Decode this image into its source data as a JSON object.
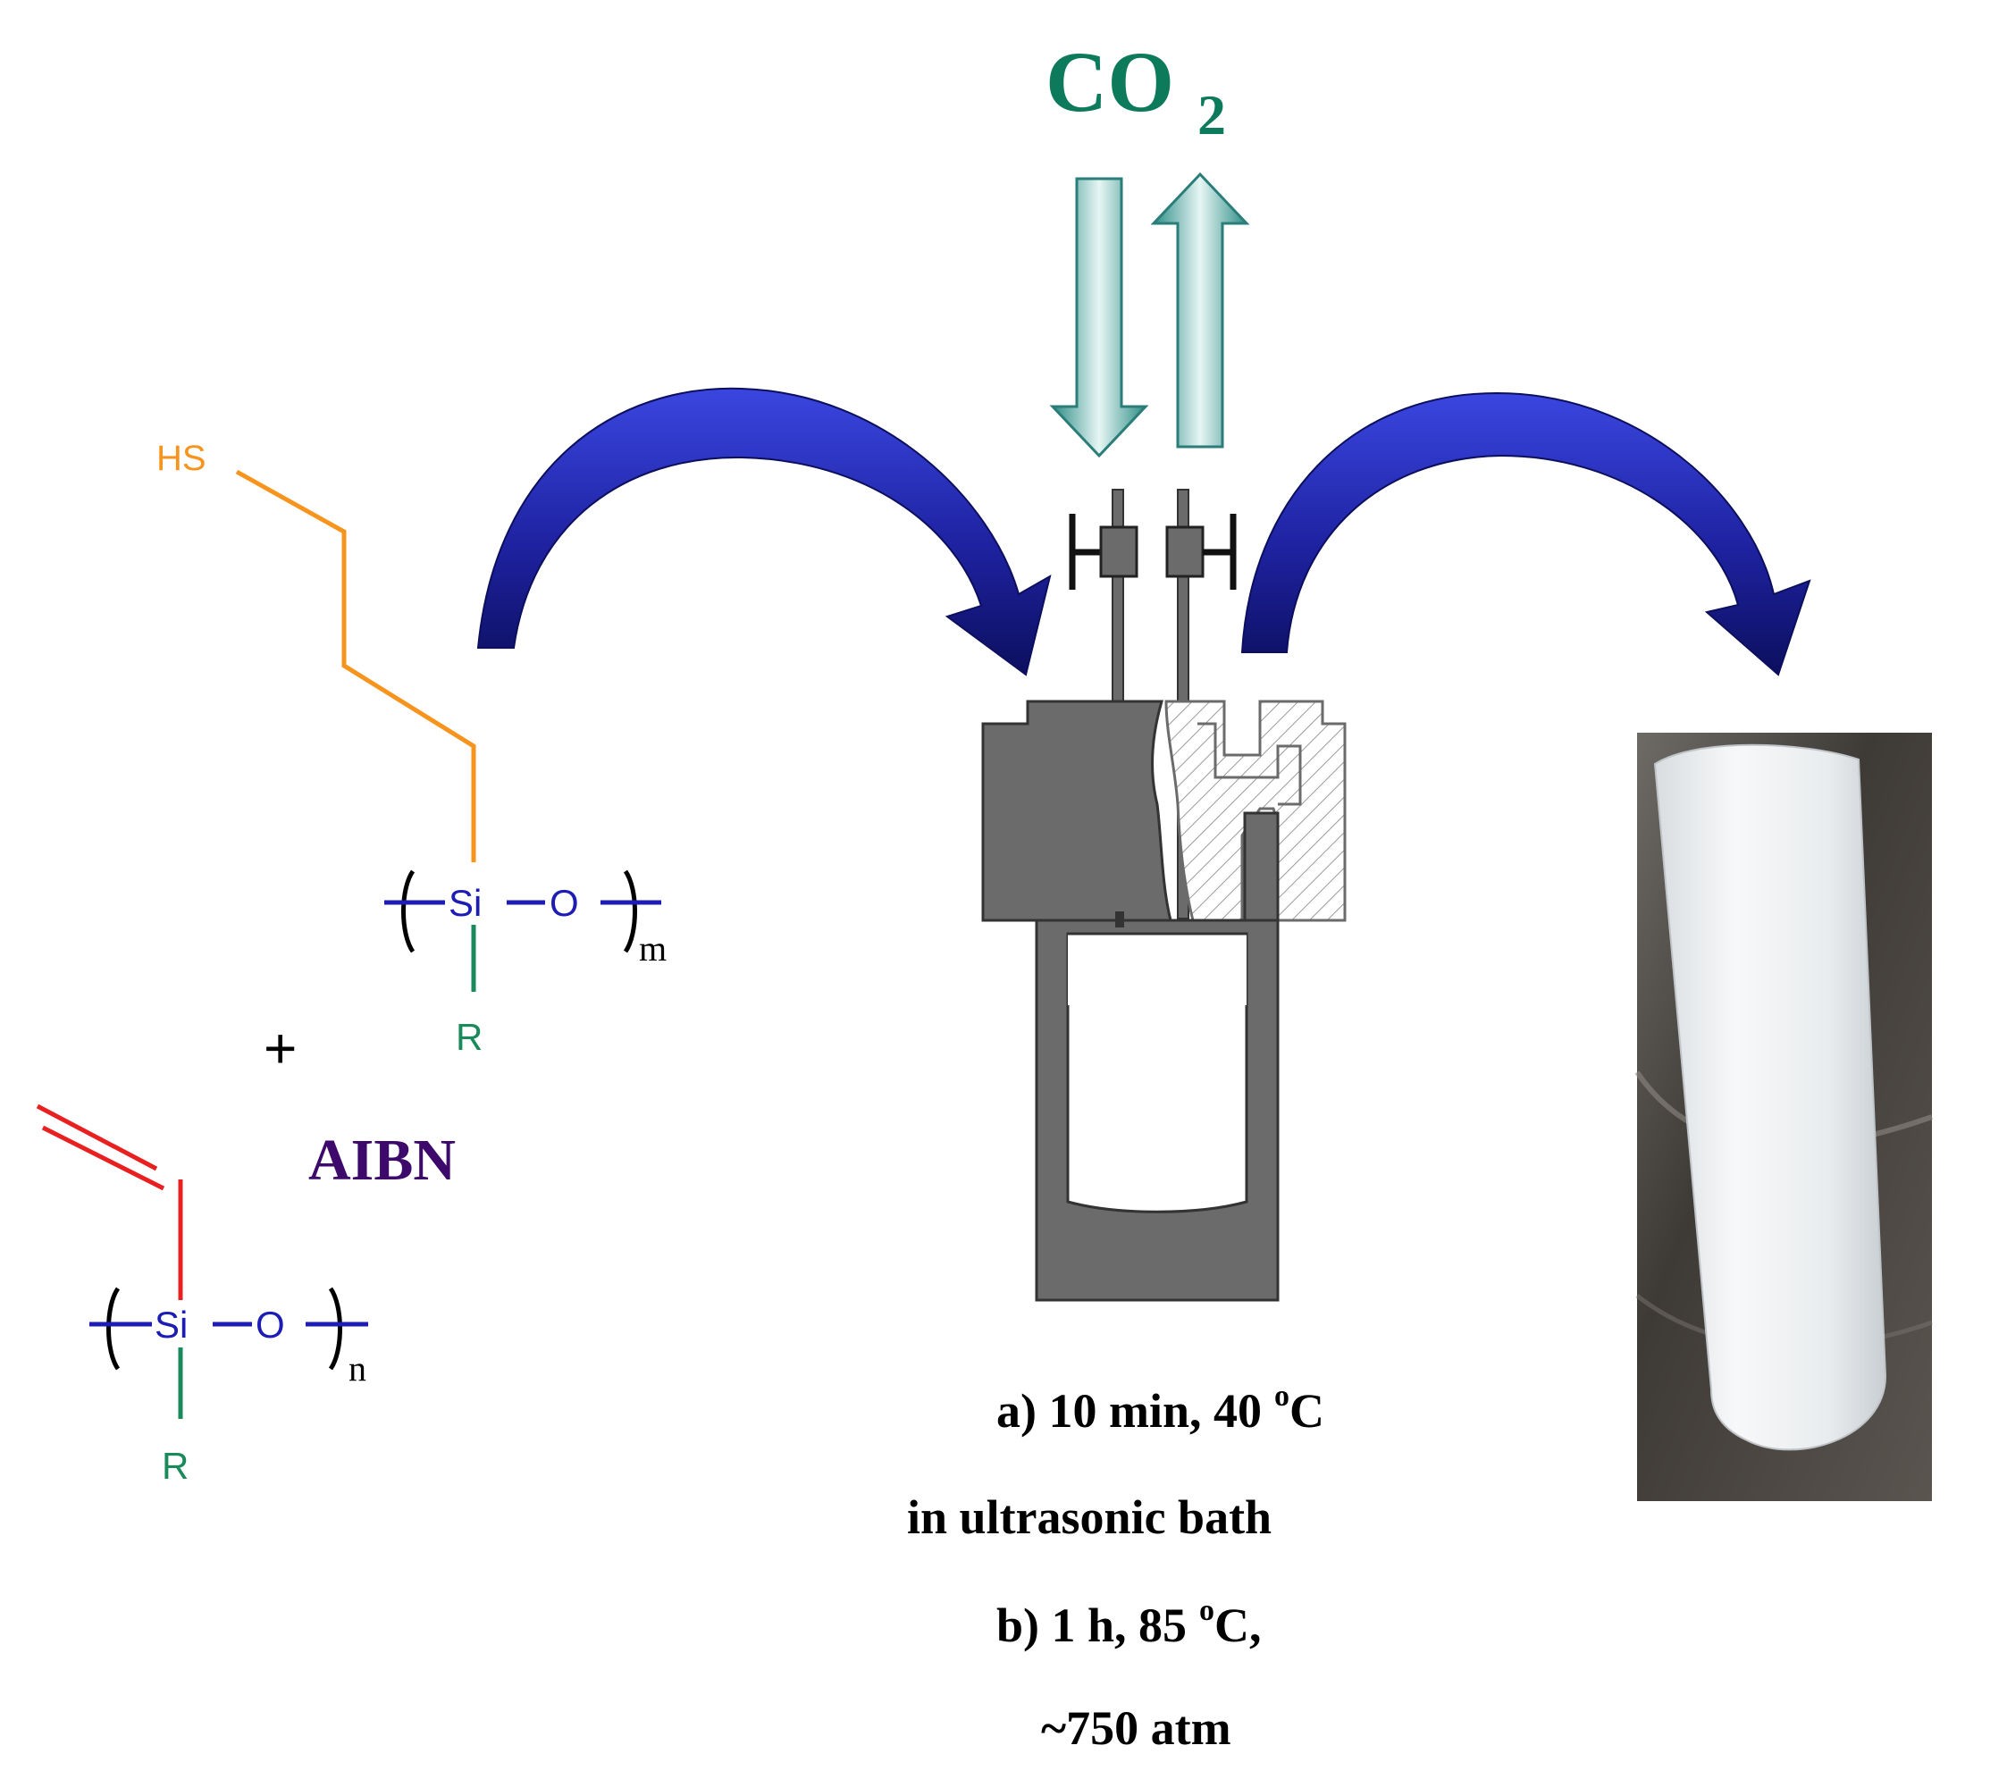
{
  "gas": {
    "main": "CO",
    "subscript": "2"
  },
  "monomer_thiol": {
    "thiol_group": "HS",
    "silicon": "Si",
    "oxygen": "O",
    "side_group": "R",
    "repeat_index": "m"
  },
  "plus_sign": "+",
  "initiator": "AIBN",
  "monomer_vinyl": {
    "silicon": "Si",
    "oxygen": "O",
    "side_group": "R",
    "repeat_index": "n"
  },
  "conditions": {
    "step_a_label": "a) 10 min, 40",
    "step_a_degree": "o",
    "step_a_unit": "C",
    "step_a_note": "in ultrasonic bath",
    "step_b_label": "b) 1 h, 85",
    "step_b_degree": "o",
    "step_b_unit": "C,",
    "step_b_pressure": "~750 atm"
  },
  "colors": {
    "thiol_chain": "#F7941D",
    "backbone": "#1D1DB5",
    "side_group": "#1B8A5A",
    "vinyl": "#E8201F",
    "initiator": "#3D0A6B",
    "co2": "#0E7A5C",
    "process_arrow": "#1E22A0",
    "reactor": "#6B6B6B"
  }
}
